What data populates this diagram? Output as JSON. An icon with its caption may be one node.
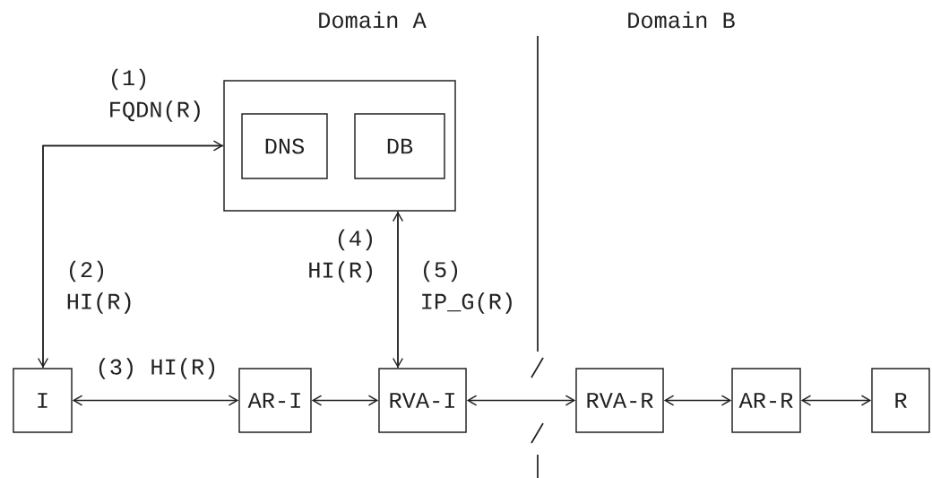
{
  "diagram": {
    "nodes": [
      {
        "text": [],
        "shape": "box"
      },
      {
        "text": [
          "DNS"
        ],
        "in": 0
      },
      {
        "text": [
          "DB"
        ],
        "in": 0
      },
      {
        "text": [
          "I"
        ]
      },
      {
        "text": [
          "AR-I"
        ]
      },
      {
        "text": [
          "RVA-I"
        ]
      },
      {
        "text": [
          "RVA-R"
        ]
      },
      {
        "text": [
          "AR-R"
        ]
      },
      {
        "text": [
          "R"
        ]
      }
    ],
    "edges": [
      {
        "from": 3,
        "to": 0,
        "arrow": "to",
        "label": "(1) FQDN(R)"
      },
      {
        "from": 0,
        "to": 3,
        "arrow": "to",
        "label": "(2) HI(R)"
      },
      {
        "from": 5,
        "to": 0,
        "arrow": "to",
        "label": "(4) HI(R)"
      },
      {
        "from": 0,
        "to": 5,
        "arrow": "to",
        "label": "(5) IP_G(R)"
      },
      {
        "from": 3,
        "to": 4,
        "arrow": "both",
        "label": "(3) HI(R)"
      },
      {
        "from": 4,
        "to": 5,
        "arrow": "both"
      },
      {
        "from": 5,
        "to": 6,
        "arrow": "both"
      },
      {
        "from": 6,
        "to": 7,
        "arrow": "both"
      },
      {
        "from": 7,
        "to": 8,
        "arrow": "both"
      }
    ],
    "labels": [
      "Domain A",
      "Domain B"
    ]
  }
}
